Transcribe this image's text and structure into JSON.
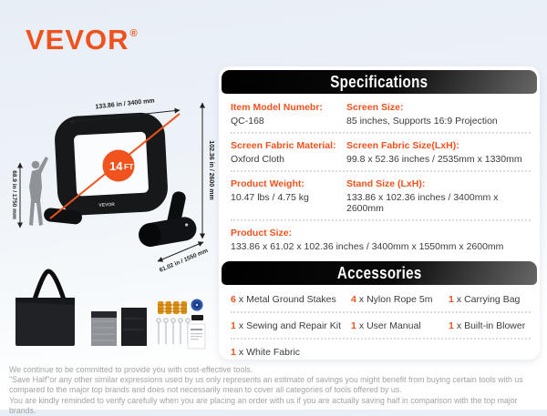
{
  "brand": {
    "logo": "VEVOR",
    "registered": "®"
  },
  "colors": {
    "accent": "#F0521D",
    "header_bar": "#0a0a0a",
    "text_dark": "#3c3c3c",
    "disclaimer_gray": "#a3a3a3"
  },
  "product_diagram": {
    "badge_value": "14",
    "badge_unit": "FT",
    "dim_width": "133.86 in / 3400 mm",
    "dim_height": "102.36 in / 2600 mm",
    "dim_person_height": "68.9 in / 1750 mm",
    "dim_depth": "61.02 in / 1550 mm",
    "screen_logo": "VEVOR"
  },
  "specifications": {
    "title": "Specifications",
    "rows": [
      {
        "label": "Item Model Numebr:",
        "value": "QC-168"
      },
      {
        "label": "Screen Size:",
        "value": "85 inches, Supports 16:9 Projection"
      },
      {
        "label": "Screen Fabric Material:",
        "value": "Oxford Cloth"
      },
      {
        "label": "Screen Fabric Size(LxH):",
        "value": "99.8 x 52.36 inches / 2535mm x 1330mm"
      },
      {
        "label": "Product Weight:",
        "value": "10.47 lbs / 4.75 kg"
      },
      {
        "label": "Stand Size (LxH):",
        "value": "133.86 x 102.36 inches / 3400mm x 2600mm"
      },
      {
        "label": "Product Size:",
        "value": "133.86 x 61.02 x 102.36 inches / 3400mm x 1550mm x 2600mm"
      }
    ]
  },
  "accessories": {
    "title": "Accessories",
    "sep": "x",
    "items": [
      {
        "qty": "6",
        "name": "Metal Ground Stakes"
      },
      {
        "qty": "4",
        "name": "Nylon Rope 5m"
      },
      {
        "qty": "1",
        "name": "Carrying Bag"
      },
      {
        "qty": "1",
        "name": "Sewing and Repair Kit"
      },
      {
        "qty": "1",
        "name": "User Manual"
      },
      {
        "qty": "1",
        "name": "Built-in Blower"
      },
      {
        "qty": "1",
        "name": "White Fabric"
      }
    ]
  },
  "disclaimer": {
    "lines": [
      "We continue to be committed to provide you with cost-effective tools.",
      "\"Save Half\"or any other similar expressions used by us only represents an estimate of savings you might benefit from buying certain tools with us",
      "compared to the major top brands and does not necessarily mean to cover all categories of tools offered by us.",
      "You are kindly reminded to verify carefully when you are placing an order with us if you are actually saving half in comparison with the top major brands."
    ]
  }
}
